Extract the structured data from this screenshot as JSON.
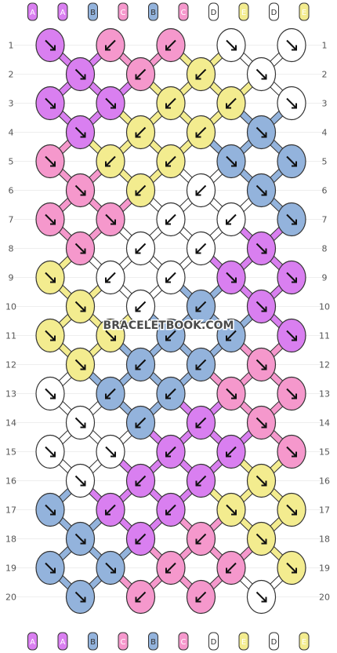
{
  "watermark": "BRACELETBOOK.COM",
  "strands": [
    "A",
    "A",
    "B",
    "C",
    "B",
    "C",
    "D",
    "E",
    "D",
    "E"
  ],
  "colors": {
    "A": "#d97ff0",
    "B": "#93b3dc",
    "C": "#f598cc",
    "D": "#ffffff",
    "E": "#f3ec8f"
  },
  "letter_text": {
    "A": "#ffffff",
    "B": "#333333",
    "C": "#ffffff",
    "D": "#333333",
    "E": "#ffffff"
  },
  "rows": [
    "1",
    "2",
    "3",
    "4",
    "5",
    "6",
    "7",
    "8",
    "9",
    "10",
    "11",
    "12",
    "13",
    "14",
    "15",
    "16",
    "17",
    "18",
    "19",
    "20"
  ],
  "knots": [
    {
      "row": 1,
      "col": 0,
      "color": "A",
      "dir": "SE"
    },
    {
      "row": 1,
      "col": 1,
      "color": "C",
      "dir": "SW"
    },
    {
      "row": 1,
      "col": 2,
      "color": "C",
      "dir": "SW"
    },
    {
      "row": 1,
      "col": 3,
      "color": "D",
      "dir": "SE"
    },
    {
      "row": 1,
      "col": 4,
      "color": "D",
      "dir": "SE"
    },
    {
      "row": 2,
      "col": 0,
      "color": "A",
      "dir": "SE"
    },
    {
      "row": 2,
      "col": 1,
      "color": "C",
      "dir": "SW"
    },
    {
      "row": 2,
      "col": 2,
      "color": "E",
      "dir": "SW"
    },
    {
      "row": 2,
      "col": 3,
      "color": "D",
      "dir": "SE"
    },
    {
      "row": 3,
      "col": 0,
      "color": "A",
      "dir": "SE"
    },
    {
      "row": 3,
      "col": 1,
      "color": "A",
      "dir": "SE"
    },
    {
      "row": 3,
      "col": 2,
      "color": "E",
      "dir": "SW"
    },
    {
      "row": 3,
      "col": 3,
      "color": "E",
      "dir": "SW"
    },
    {
      "row": 3,
      "col": 4,
      "color": "D",
      "dir": "SE"
    },
    {
      "row": 4,
      "col": 0,
      "color": "A",
      "dir": "SE"
    },
    {
      "row": 4,
      "col": 1,
      "color": "E",
      "dir": "SW"
    },
    {
      "row": 4,
      "col": 2,
      "color": "E",
      "dir": "SW"
    },
    {
      "row": 4,
      "col": 3,
      "color": "B",
      "dir": "SE"
    },
    {
      "row": 5,
      "col": 0,
      "color": "C",
      "dir": "SE"
    },
    {
      "row": 5,
      "col": 1,
      "color": "E",
      "dir": "SW"
    },
    {
      "row": 5,
      "col": 2,
      "color": "E",
      "dir": "SW"
    },
    {
      "row": 5,
      "col": 3,
      "color": "B",
      "dir": "SE"
    },
    {
      "row": 5,
      "col": 4,
      "color": "B",
      "dir": "SE"
    },
    {
      "row": 6,
      "col": 0,
      "color": "C",
      "dir": "SE"
    },
    {
      "row": 6,
      "col": 1,
      "color": "E",
      "dir": "SW"
    },
    {
      "row": 6,
      "col": 2,
      "color": "D",
      "dir": "SW"
    },
    {
      "row": 6,
      "col": 3,
      "color": "B",
      "dir": "SE"
    },
    {
      "row": 7,
      "col": 0,
      "color": "C",
      "dir": "SE"
    },
    {
      "row": 7,
      "col": 1,
      "color": "C",
      "dir": "SE"
    },
    {
      "row": 7,
      "col": 2,
      "color": "D",
      "dir": "SW"
    },
    {
      "row": 7,
      "col": 3,
      "color": "D",
      "dir": "SW"
    },
    {
      "row": 7,
      "col": 4,
      "color": "B",
      "dir": "SE"
    },
    {
      "row": 8,
      "col": 0,
      "color": "C",
      "dir": "SE"
    },
    {
      "row": 8,
      "col": 1,
      "color": "D",
      "dir": "SW"
    },
    {
      "row": 8,
      "col": 2,
      "color": "D",
      "dir": "SW"
    },
    {
      "row": 8,
      "col": 3,
      "color": "A",
      "dir": "SE"
    },
    {
      "row": 9,
      "col": 0,
      "color": "E",
      "dir": "SE"
    },
    {
      "row": 9,
      "col": 1,
      "color": "D",
      "dir": "SW"
    },
    {
      "row": 9,
      "col": 2,
      "color": "D",
      "dir": "SW"
    },
    {
      "row": 9,
      "col": 3,
      "color": "A",
      "dir": "SE"
    },
    {
      "row": 9,
      "col": 4,
      "color": "A",
      "dir": "SE"
    },
    {
      "row": 10,
      "col": 0,
      "color": "E",
      "dir": "SE"
    },
    {
      "row": 10,
      "col": 1,
      "color": "D",
      "dir": "SW"
    },
    {
      "row": 10,
      "col": 2,
      "color": "B",
      "dir": "SW"
    },
    {
      "row": 10,
      "col": 3,
      "color": "A",
      "dir": "SE"
    },
    {
      "row": 11,
      "col": 0,
      "color": "E",
      "dir": "SE"
    },
    {
      "row": 11,
      "col": 1,
      "color": "E",
      "dir": "SE"
    },
    {
      "row": 11,
      "col": 2,
      "color": "B",
      "dir": "SW"
    },
    {
      "row": 11,
      "col": 3,
      "color": "B",
      "dir": "SW"
    },
    {
      "row": 11,
      "col": 4,
      "color": "A",
      "dir": "SE"
    },
    {
      "row": 12,
      "col": 0,
      "color": "E",
      "dir": "SE"
    },
    {
      "row": 12,
      "col": 1,
      "color": "B",
      "dir": "SW"
    },
    {
      "row": 12,
      "col": 2,
      "color": "B",
      "dir": "SW"
    },
    {
      "row": 12,
      "col": 3,
      "color": "C",
      "dir": "SE"
    },
    {
      "row": 13,
      "col": 0,
      "color": "D",
      "dir": "SE"
    },
    {
      "row": 13,
      "col": 1,
      "color": "B",
      "dir": "SW"
    },
    {
      "row": 13,
      "col": 2,
      "color": "B",
      "dir": "SW"
    },
    {
      "row": 13,
      "col": 3,
      "color": "C",
      "dir": "SE"
    },
    {
      "row": 13,
      "col": 4,
      "color": "C",
      "dir": "SE"
    },
    {
      "row": 14,
      "col": 0,
      "color": "D",
      "dir": "SE"
    },
    {
      "row": 14,
      "col": 1,
      "color": "B",
      "dir": "SW"
    },
    {
      "row": 14,
      "col": 2,
      "color": "A",
      "dir": "SW"
    },
    {
      "row": 14,
      "col": 3,
      "color": "C",
      "dir": "SE"
    },
    {
      "row": 15,
      "col": 0,
      "color": "D",
      "dir": "SE"
    },
    {
      "row": 15,
      "col": 1,
      "color": "D",
      "dir": "SE"
    },
    {
      "row": 15,
      "col": 2,
      "color": "A",
      "dir": "SW"
    },
    {
      "row": 15,
      "col": 3,
      "color": "A",
      "dir": "SW"
    },
    {
      "row": 15,
      "col": 4,
      "color": "C",
      "dir": "SE"
    },
    {
      "row": 16,
      "col": 0,
      "color": "D",
      "dir": "SE"
    },
    {
      "row": 16,
      "col": 1,
      "color": "A",
      "dir": "SW"
    },
    {
      "row": 16,
      "col": 2,
      "color": "A",
      "dir": "SW"
    },
    {
      "row": 16,
      "col": 3,
      "color": "E",
      "dir": "SE"
    },
    {
      "row": 17,
      "col": 0,
      "color": "B",
      "dir": "SE"
    },
    {
      "row": 17,
      "col": 1,
      "color": "A",
      "dir": "SW"
    },
    {
      "row": 17,
      "col": 2,
      "color": "A",
      "dir": "SW"
    },
    {
      "row": 17,
      "col": 3,
      "color": "E",
      "dir": "SE"
    },
    {
      "row": 17,
      "col": 4,
      "color": "E",
      "dir": "SE"
    },
    {
      "row": 18,
      "col": 0,
      "color": "B",
      "dir": "SE"
    },
    {
      "row": 18,
      "col": 1,
      "color": "A",
      "dir": "SW"
    },
    {
      "row": 18,
      "col": 2,
      "color": "C",
      "dir": "SW"
    },
    {
      "row": 18,
      "col": 3,
      "color": "E",
      "dir": "SE"
    },
    {
      "row": 19,
      "col": 0,
      "color": "B",
      "dir": "SE"
    },
    {
      "row": 19,
      "col": 1,
      "color": "B",
      "dir": "SE"
    },
    {
      "row": 19,
      "col": 2,
      "color": "C",
      "dir": "SW"
    },
    {
      "row": 19,
      "col": 3,
      "color": "C",
      "dir": "SW"
    },
    {
      "row": 19,
      "col": 4,
      "color": "E",
      "dir": "SE"
    },
    {
      "row": 20,
      "col": 0,
      "color": "B",
      "dir": "SE"
    },
    {
      "row": 20,
      "col": 1,
      "color": "C",
      "dir": "SW"
    },
    {
      "row": 20,
      "col": 2,
      "color": "C",
      "dir": "SW"
    },
    {
      "row": 20,
      "col": 3,
      "color": "D",
      "dir": "SE"
    }
  ]
}
